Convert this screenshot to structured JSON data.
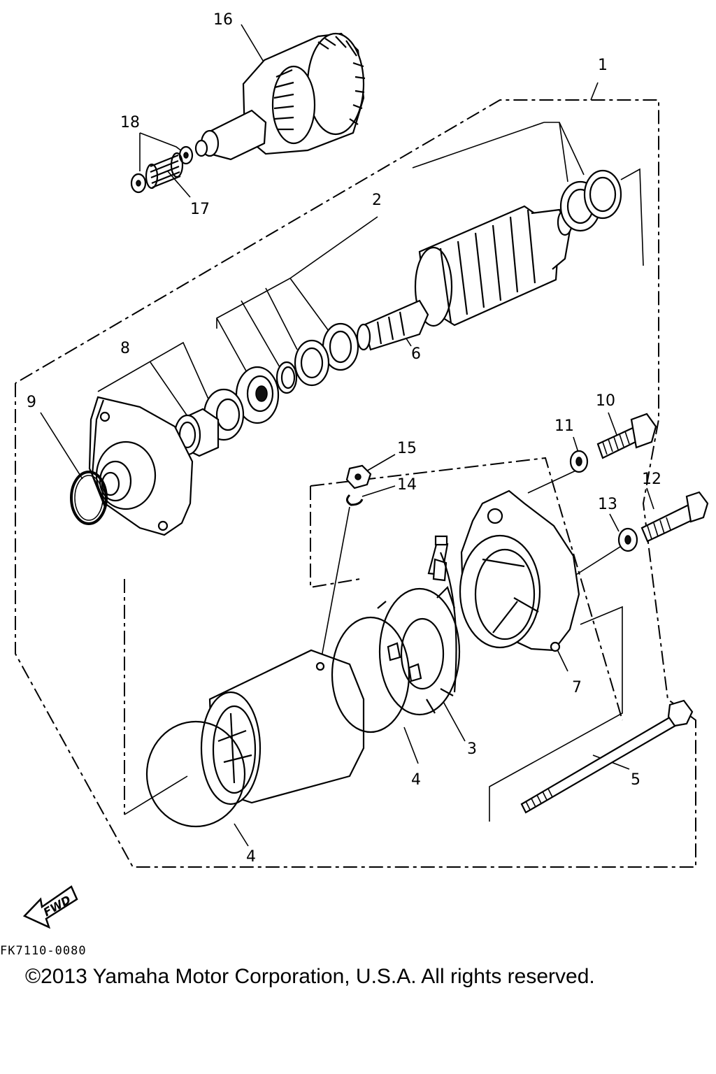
{
  "callouts": [
    "1",
    "2",
    "3",
    "4",
    "4",
    "5",
    "6",
    "7",
    "8",
    "9",
    "10",
    "11",
    "12",
    "13",
    "14",
    "15",
    "16",
    "17",
    "18"
  ],
  "direction_label": "FWD",
  "drawing_code": "FK7110-0080",
  "copyright": "©2013 Yamaha Motor Corporation, U.S.A. All rights reserved."
}
